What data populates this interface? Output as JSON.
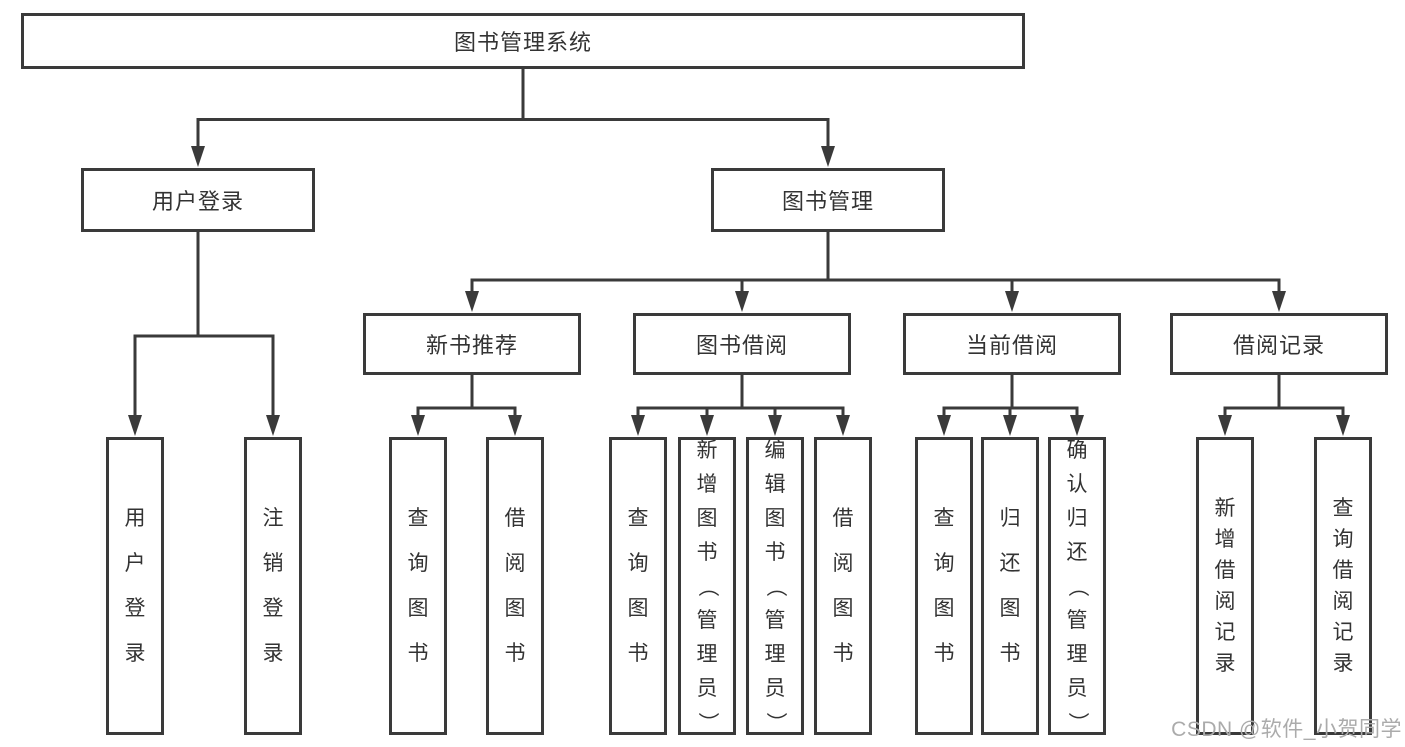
{
  "diagram": {
    "title": "图书管理系统",
    "level2": [
      {
        "label": "用户登录"
      },
      {
        "label": "图书管理"
      }
    ],
    "level3": [
      {
        "label": "新书推荐"
      },
      {
        "label": "图书借阅"
      },
      {
        "label": "当前借阅"
      },
      {
        "label": "借阅记录"
      }
    ],
    "leaves": {
      "user_login": [
        "用户登录",
        "注销登录"
      ],
      "new_books": [
        "查询图书",
        "借阅图书"
      ],
      "book_borrow": [
        "查询图书",
        "新增图书（管理员）",
        "编辑图书（管理员）",
        "借阅图书"
      ],
      "current_borrow": [
        "查询图书",
        "归还图书",
        "确认归还（管理员）"
      ],
      "borrow_records": [
        "新增借阅记录",
        "查询借阅记录"
      ]
    }
  },
  "watermark": {
    "text": "CSDN @软件_小贺同学"
  },
  "colors": {
    "line": "#3a3a3a",
    "text": "#333333",
    "watermark": "#ababab"
  }
}
